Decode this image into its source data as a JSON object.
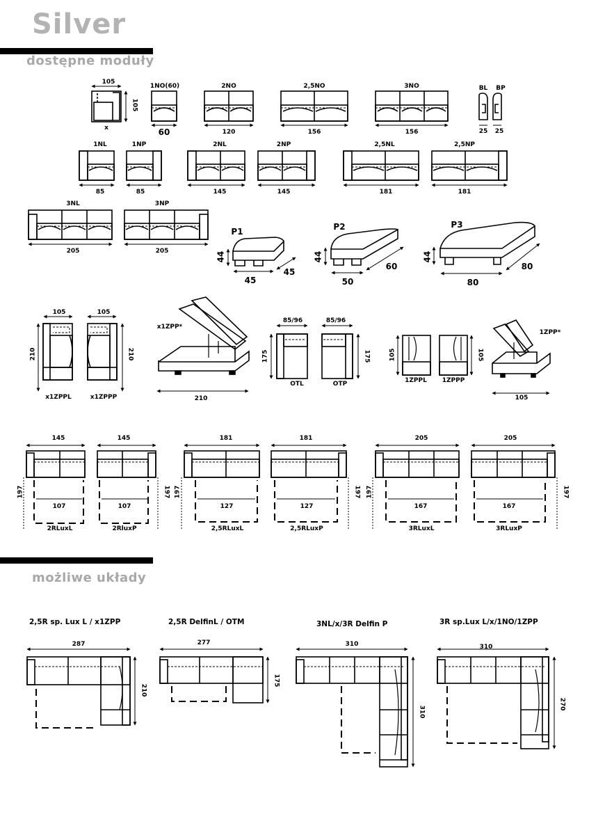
{
  "header": {
    "title": "Silver"
  },
  "sections": {
    "modules": "dostępne moduły",
    "layouts": "możliwe układy"
  },
  "row1": {
    "corner": {
      "w": "105",
      "h": "105",
      "x": "x"
    },
    "one_no": {
      "name": "1NO(60)",
      "w": "60"
    },
    "two_no": {
      "name": "2NO",
      "w": "120"
    },
    "two_half_no": {
      "name": "2,5NO",
      "w": "156"
    },
    "three_no": {
      "name": "3NO",
      "w": "156"
    },
    "bl": {
      "name": "BL",
      "w": "25"
    },
    "bp": {
      "name": "BP",
      "w": "25"
    }
  },
  "row2": {
    "one_nl": {
      "name": "1NL",
      "w": "85"
    },
    "one_np": {
      "name": "1NP",
      "w": "85"
    },
    "two_nl": {
      "name": "2NL",
      "w": "145"
    },
    "two_np": {
      "name": "2NP",
      "w": "145"
    },
    "two_half_nl": {
      "name": "2,5NL",
      "w": "181"
    },
    "two_half_np": {
      "name": "2,5NP",
      "w": "181"
    }
  },
  "row3": {
    "three_nl": {
      "name": "3NL",
      "w": "205"
    },
    "three_np": {
      "name": "3NP",
      "w": "205"
    },
    "p1": {
      "name": "P1",
      "h": "44",
      "w": "45",
      "d": "45"
    },
    "p2": {
      "name": "P2",
      "h": "44",
      "w": "50",
      "d": "60"
    },
    "p3": {
      "name": "P3",
      "h": "44",
      "w": "80",
      "d": "80"
    }
  },
  "row4": {
    "x1zppl": {
      "name": "x1ZPPL",
      "w": "105",
      "h": "210"
    },
    "x1zppp": {
      "name": "x1ZPPP",
      "w": "105",
      "h": "210"
    },
    "x1zpp": {
      "name": "x1ZPP*",
      "w": "210"
    },
    "otl": {
      "name": "OTL",
      "w": "85/96",
      "h": "175"
    },
    "otp": {
      "name": "OTP",
      "w": "85/96",
      "h": "175"
    },
    "zppl": {
      "name": "1ZPPL",
      "h": "105"
    },
    "zppp": {
      "name": "1ZPPP",
      "h": "105"
    },
    "zpp": {
      "name": "1ZPP*",
      "w": "105"
    }
  },
  "row5": {
    "r2l": {
      "name": "2RLuxL",
      "w": "145",
      "h": "197",
      "inner": "107"
    },
    "r2p": {
      "name": "2RluxP",
      "w": "145",
      "h": "197",
      "inner": "107"
    },
    "r25l": {
      "name": "2,5RLuxL",
      "w": "181",
      "h": "197",
      "inner": "127"
    },
    "r25p": {
      "name": "2,5RLuxP",
      "w": "181",
      "h": "197",
      "inner": "127"
    },
    "r3l": {
      "name": "3RLuxL",
      "w": "205",
      "h": "197",
      "inner": "167"
    },
    "r3p": {
      "name": "3RLuxP",
      "w": "205",
      "h": "197",
      "inner": "167"
    }
  },
  "layouts": [
    {
      "caption": "2,5R sp. Lux L / x1ZPP",
      "w": "287",
      "h": "210"
    },
    {
      "caption": "2,5R DelfinL / OTM",
      "w": "277",
      "h": "175"
    },
    {
      "caption": "3NL/x/3R Delfin P",
      "w": "310",
      "h": "310"
    },
    {
      "caption": "3R sp.Lux L/x/1NO/1ZPP",
      "w": "310",
      "h": "270"
    }
  ]
}
